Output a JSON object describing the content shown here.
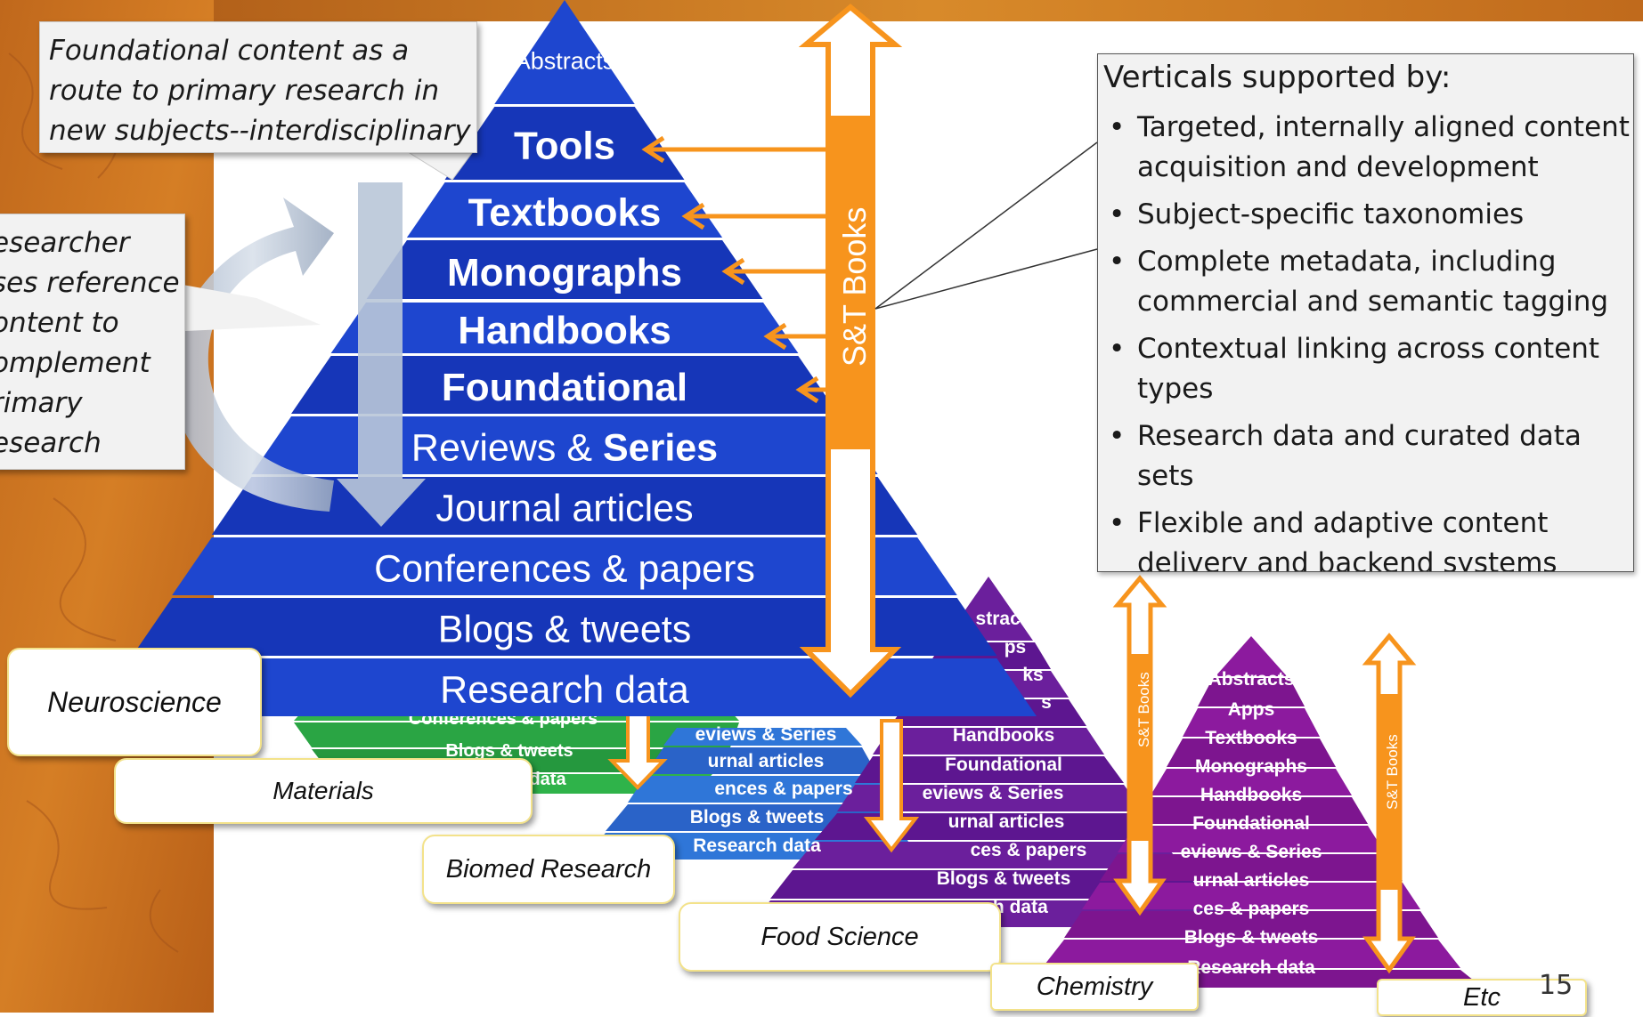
{
  "main_pyramid": {
    "layers": [
      {
        "text": "Abstracts",
        "bold": false
      },
      {
        "text": "Tools",
        "bold": true
      },
      {
        "text": "Textbooks",
        "bold": true
      },
      {
        "text": "Monographs",
        "bold": true
      },
      {
        "text": "Handbooks",
        "bold": true
      },
      {
        "text": "Foundational",
        "bold": true
      },
      {
        "text": "Reviews & ",
        "bold": false,
        "suffix": "Series"
      },
      {
        "text": "Journal articles",
        "bold": false
      },
      {
        "text": "Conferences & papers",
        "bold": false
      },
      {
        "text": "Blogs & tweets",
        "bold": false
      },
      {
        "text": "Research data",
        "bold": false
      }
    ],
    "arrow_label": "S&T Books",
    "subject_label": "Neuroscience"
  },
  "callouts": {
    "top_note": [
      "Foundational content as a",
      "route to primary research in",
      "new subjects--interdisciplinary"
    ],
    "left_note": [
      "esearcher",
      "ses reference",
      "ontent to",
      "omplement",
      "rimary",
      "esearch"
    ]
  },
  "verticals_box": {
    "heading": "Verticals supported by:",
    "bullet_glyph": "•",
    "items": [
      "Targeted, internally aligned content acquisition and development",
      "Subject-specific taxonomies",
      "Complete metadata, including commercial and semantic tagging",
      "Contextual linking across content types",
      "Research data and curated data sets",
      "Flexible and adaptive content delivery and backend systems"
    ]
  },
  "small_pyramids": {
    "green_visible": [
      "Conferences & papers",
      "Blogs & tweets",
      "data"
    ],
    "blue_visible": [
      "eviews & Series",
      "urnal articles",
      "ences & papers",
      "Blogs & tweets",
      "Research data"
    ],
    "purple_visible": [
      "stracts",
      "ps",
      "ks",
      "s",
      "Handbooks",
      "Foundational",
      "eviews & Series",
      "urnal articles",
      "ces & papers",
      "Blogs & tweets",
      "ch data"
    ],
    "chem_visible": [
      "Abstracts",
      "Apps",
      "Textbooks",
      "Monographs",
      "Handbooks",
      "Foundational",
      "eviews & Series",
      "urnal articles",
      "ces & papers",
      "Blogs & tweets",
      "Research data"
    ],
    "small_arrow_label": "S&T Books"
  },
  "subject_labels": [
    "Materials",
    "Biomed Research",
    "Food Science",
    "Chemistry",
    "Etc"
  ],
  "page_number": "15",
  "colors": {
    "orange_band": "#c8731b",
    "arrow_orange": "#f7941d",
    "main_blue": "#1c3fc4",
    "green": "#2fb34a",
    "purple": "#6a1a9a",
    "magenta": "#8c1a9e",
    "callout_bg": "#f2f2f2"
  }
}
